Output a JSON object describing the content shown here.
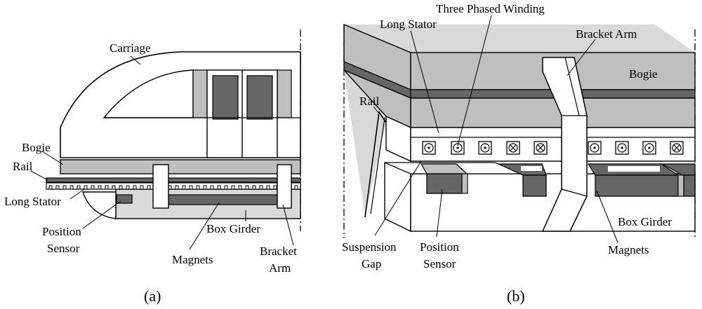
{
  "panel_a": {
    "labels": {
      "carriage": "Carriage",
      "bogie": "Bogie",
      "rail": "Rail",
      "long_stator": "Long Stator",
      "position_sensor_1": "Position",
      "position_sensor_2": "Sensor",
      "box_girder": "Box Girder",
      "magnets": "Magnets",
      "bracket_arm_1": "Bracket",
      "bracket_arm_2": "Arm"
    },
    "caption": {
      "open": "(",
      "letter": "a",
      "close": ")"
    }
  },
  "panel_b": {
    "labels": {
      "three_phased_winding": "Three Phased Winding",
      "long_stator": "Long Stator",
      "bracket_arm": "Bracket Arm",
      "bogie": "Bogie",
      "rail": "Rail",
      "box_girder": "Box Girder",
      "magnets": "Magnets",
      "suspension_gap_1": "Suspension",
      "suspension_gap_2": "Gap",
      "position_sensor_1": "Position",
      "position_sensor_2": "Sensor"
    },
    "caption": {
      "open": "(",
      "letter": "b",
      "close": ")"
    }
  },
  "colors": {
    "light_gray": "#d9d9d9",
    "mid_gray": "#bfbfbf",
    "dark_gray": "#666666",
    "line": "#000000"
  }
}
